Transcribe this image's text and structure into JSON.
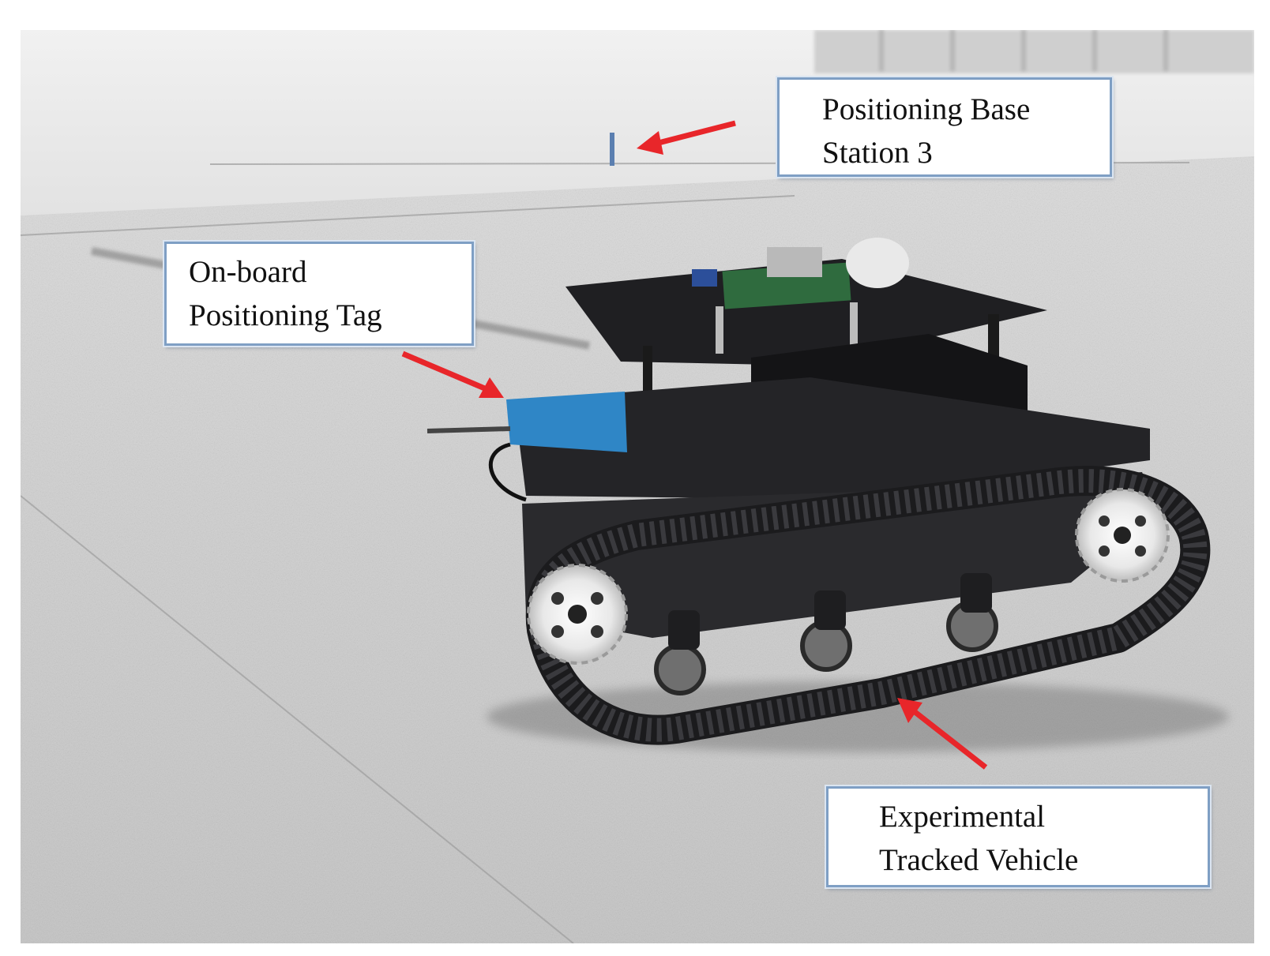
{
  "callouts": {
    "base_station": {
      "line1": "Positioning Base",
      "line2": "Station 3"
    },
    "tag": {
      "line1": "On-board",
      "line2": "Positioning Tag"
    },
    "vehicle": {
      "line1": "Experimental",
      "line2": "Tracked Vehicle"
    }
  },
  "colors": {
    "arrow": "#e8262a",
    "callout_border": "#7f9fc4",
    "floor": "#c9c9c9",
    "vehicle_body": "#262628",
    "tag_module": "#2f86c6",
    "pcb": "#2f6b3e"
  }
}
